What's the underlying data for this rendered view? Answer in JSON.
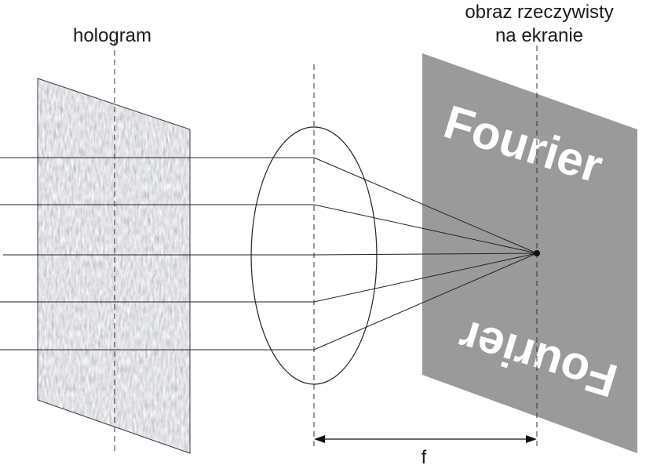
{
  "labels": {
    "hologram": "hologram",
    "real_image_line1": "obraz rzeczywisty",
    "real_image_line2": "na ekranie",
    "focal_length": "f"
  },
  "screen": {
    "upright_text": "Fourier",
    "inverted_text": "Fourier",
    "color": "#9a9a9a"
  },
  "hologram_plate": {
    "color": "#6e7278"
  },
  "rays": {
    "count": 5
  }
}
